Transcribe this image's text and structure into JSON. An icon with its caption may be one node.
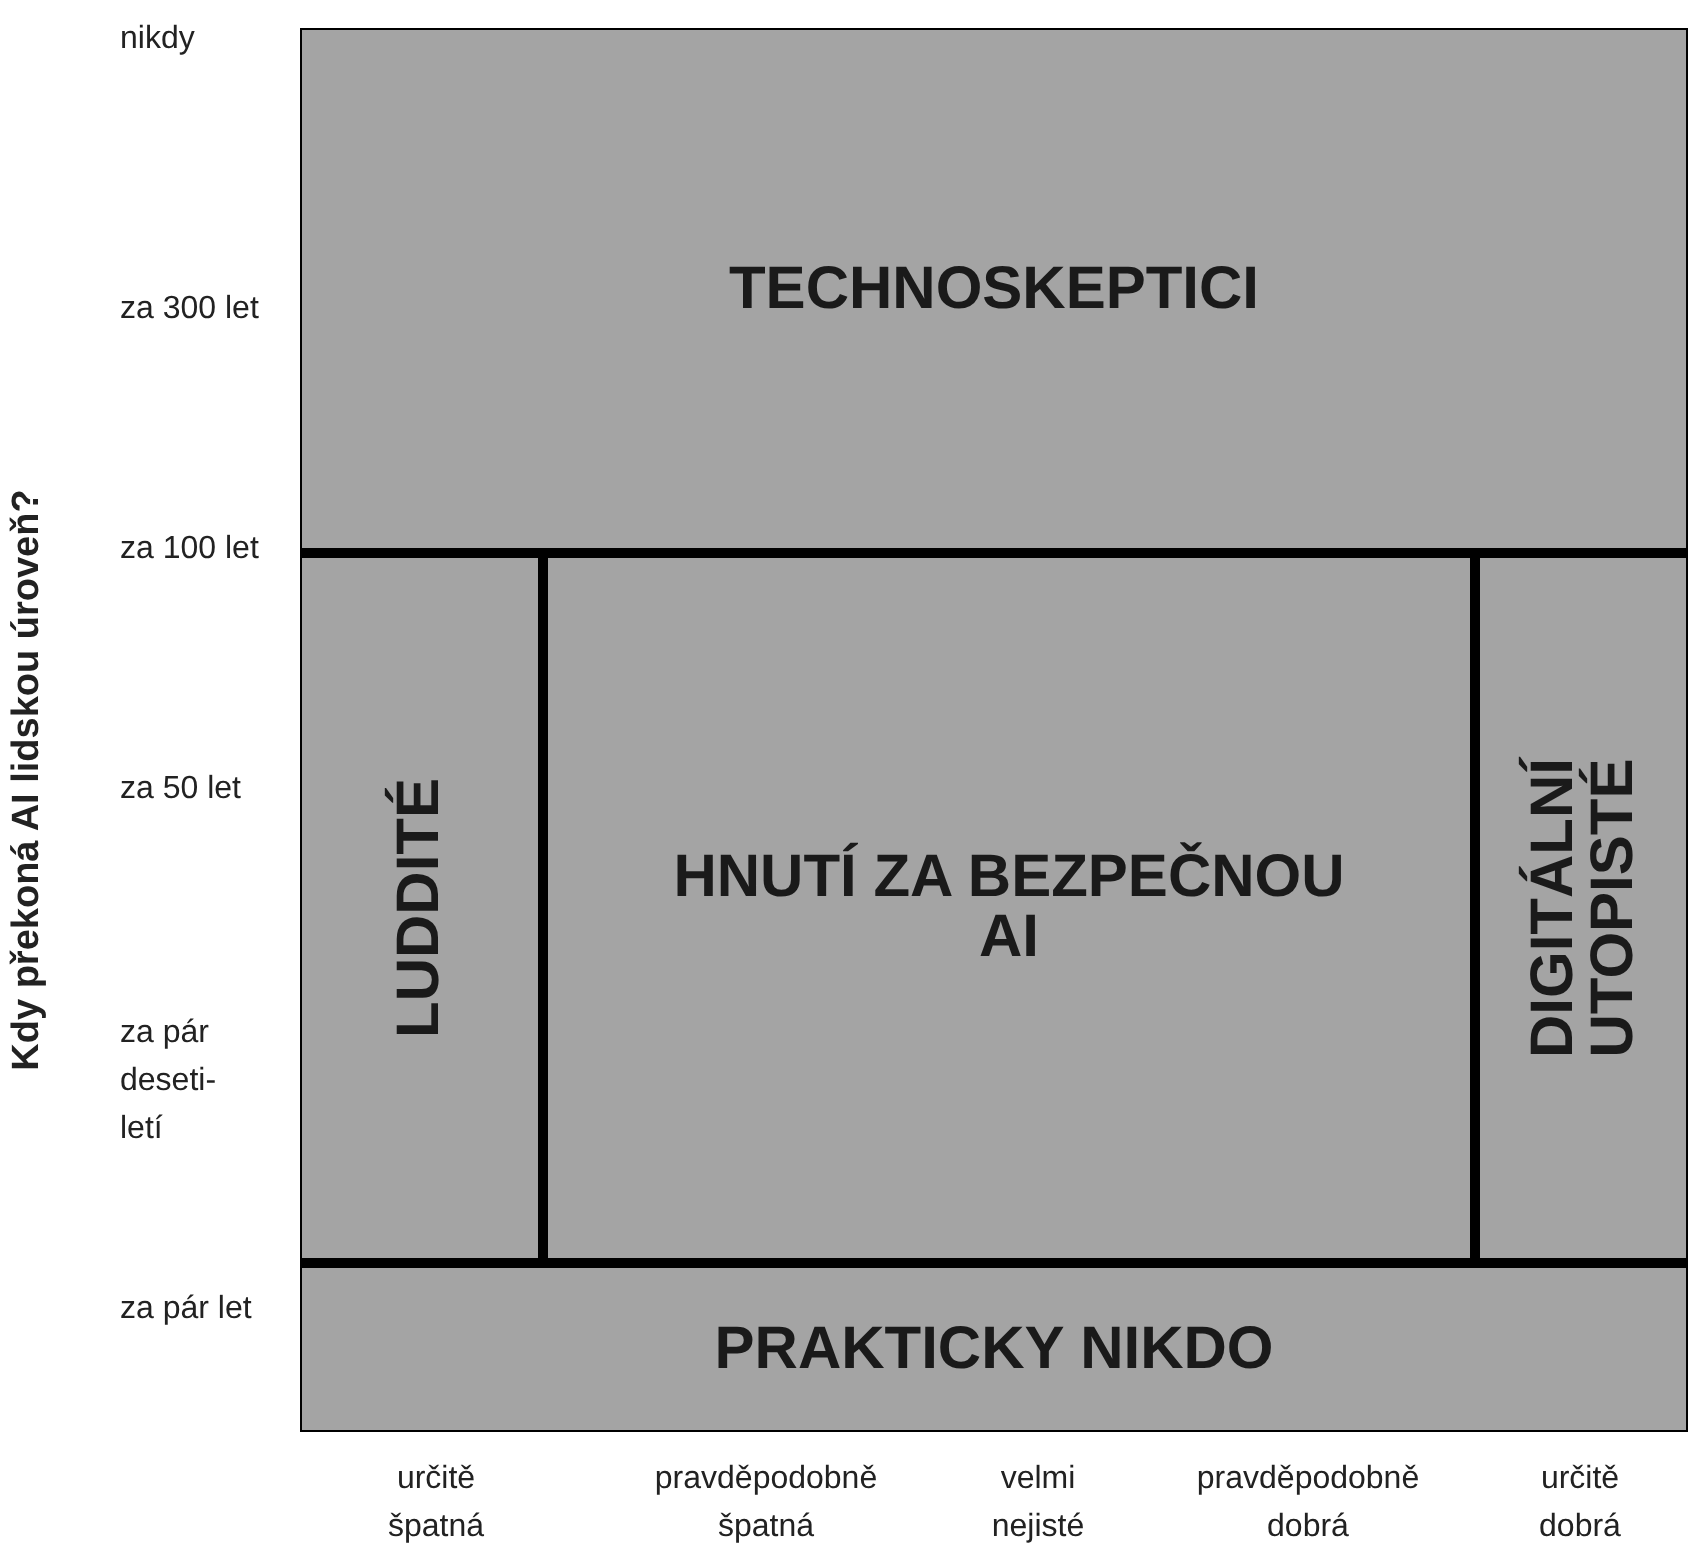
{
  "diagram": {
    "nodes": [
      {
        "text": [
          "TECHNOSKEPTICI"
        ]
      },
      {
        "text": [
          "LUDDITÉ"
        ]
      },
      {
        "text": [
          "HNUTÍ ZA BEZPEČNOU AI"
        ]
      },
      {
        "text": [
          "DIGITÁLNÍ UTOPISTÉ"
        ]
      },
      {
        "text": [
          "PRAKTICKY NIKDO"
        ]
      }
    ],
    "labels": [
      "Kdy překoná AI lidskou úroveň?",
      "nikdy",
      "za 300 let",
      "za 100 let",
      "za 50 let",
      "za pár deseti-letí",
      "za pár let",
      "určitě špatná",
      "pravděpodobně špatná",
      "velmi nejisté",
      "pravděpodobně dobrá",
      "určitě dobrá"
    ]
  }
}
